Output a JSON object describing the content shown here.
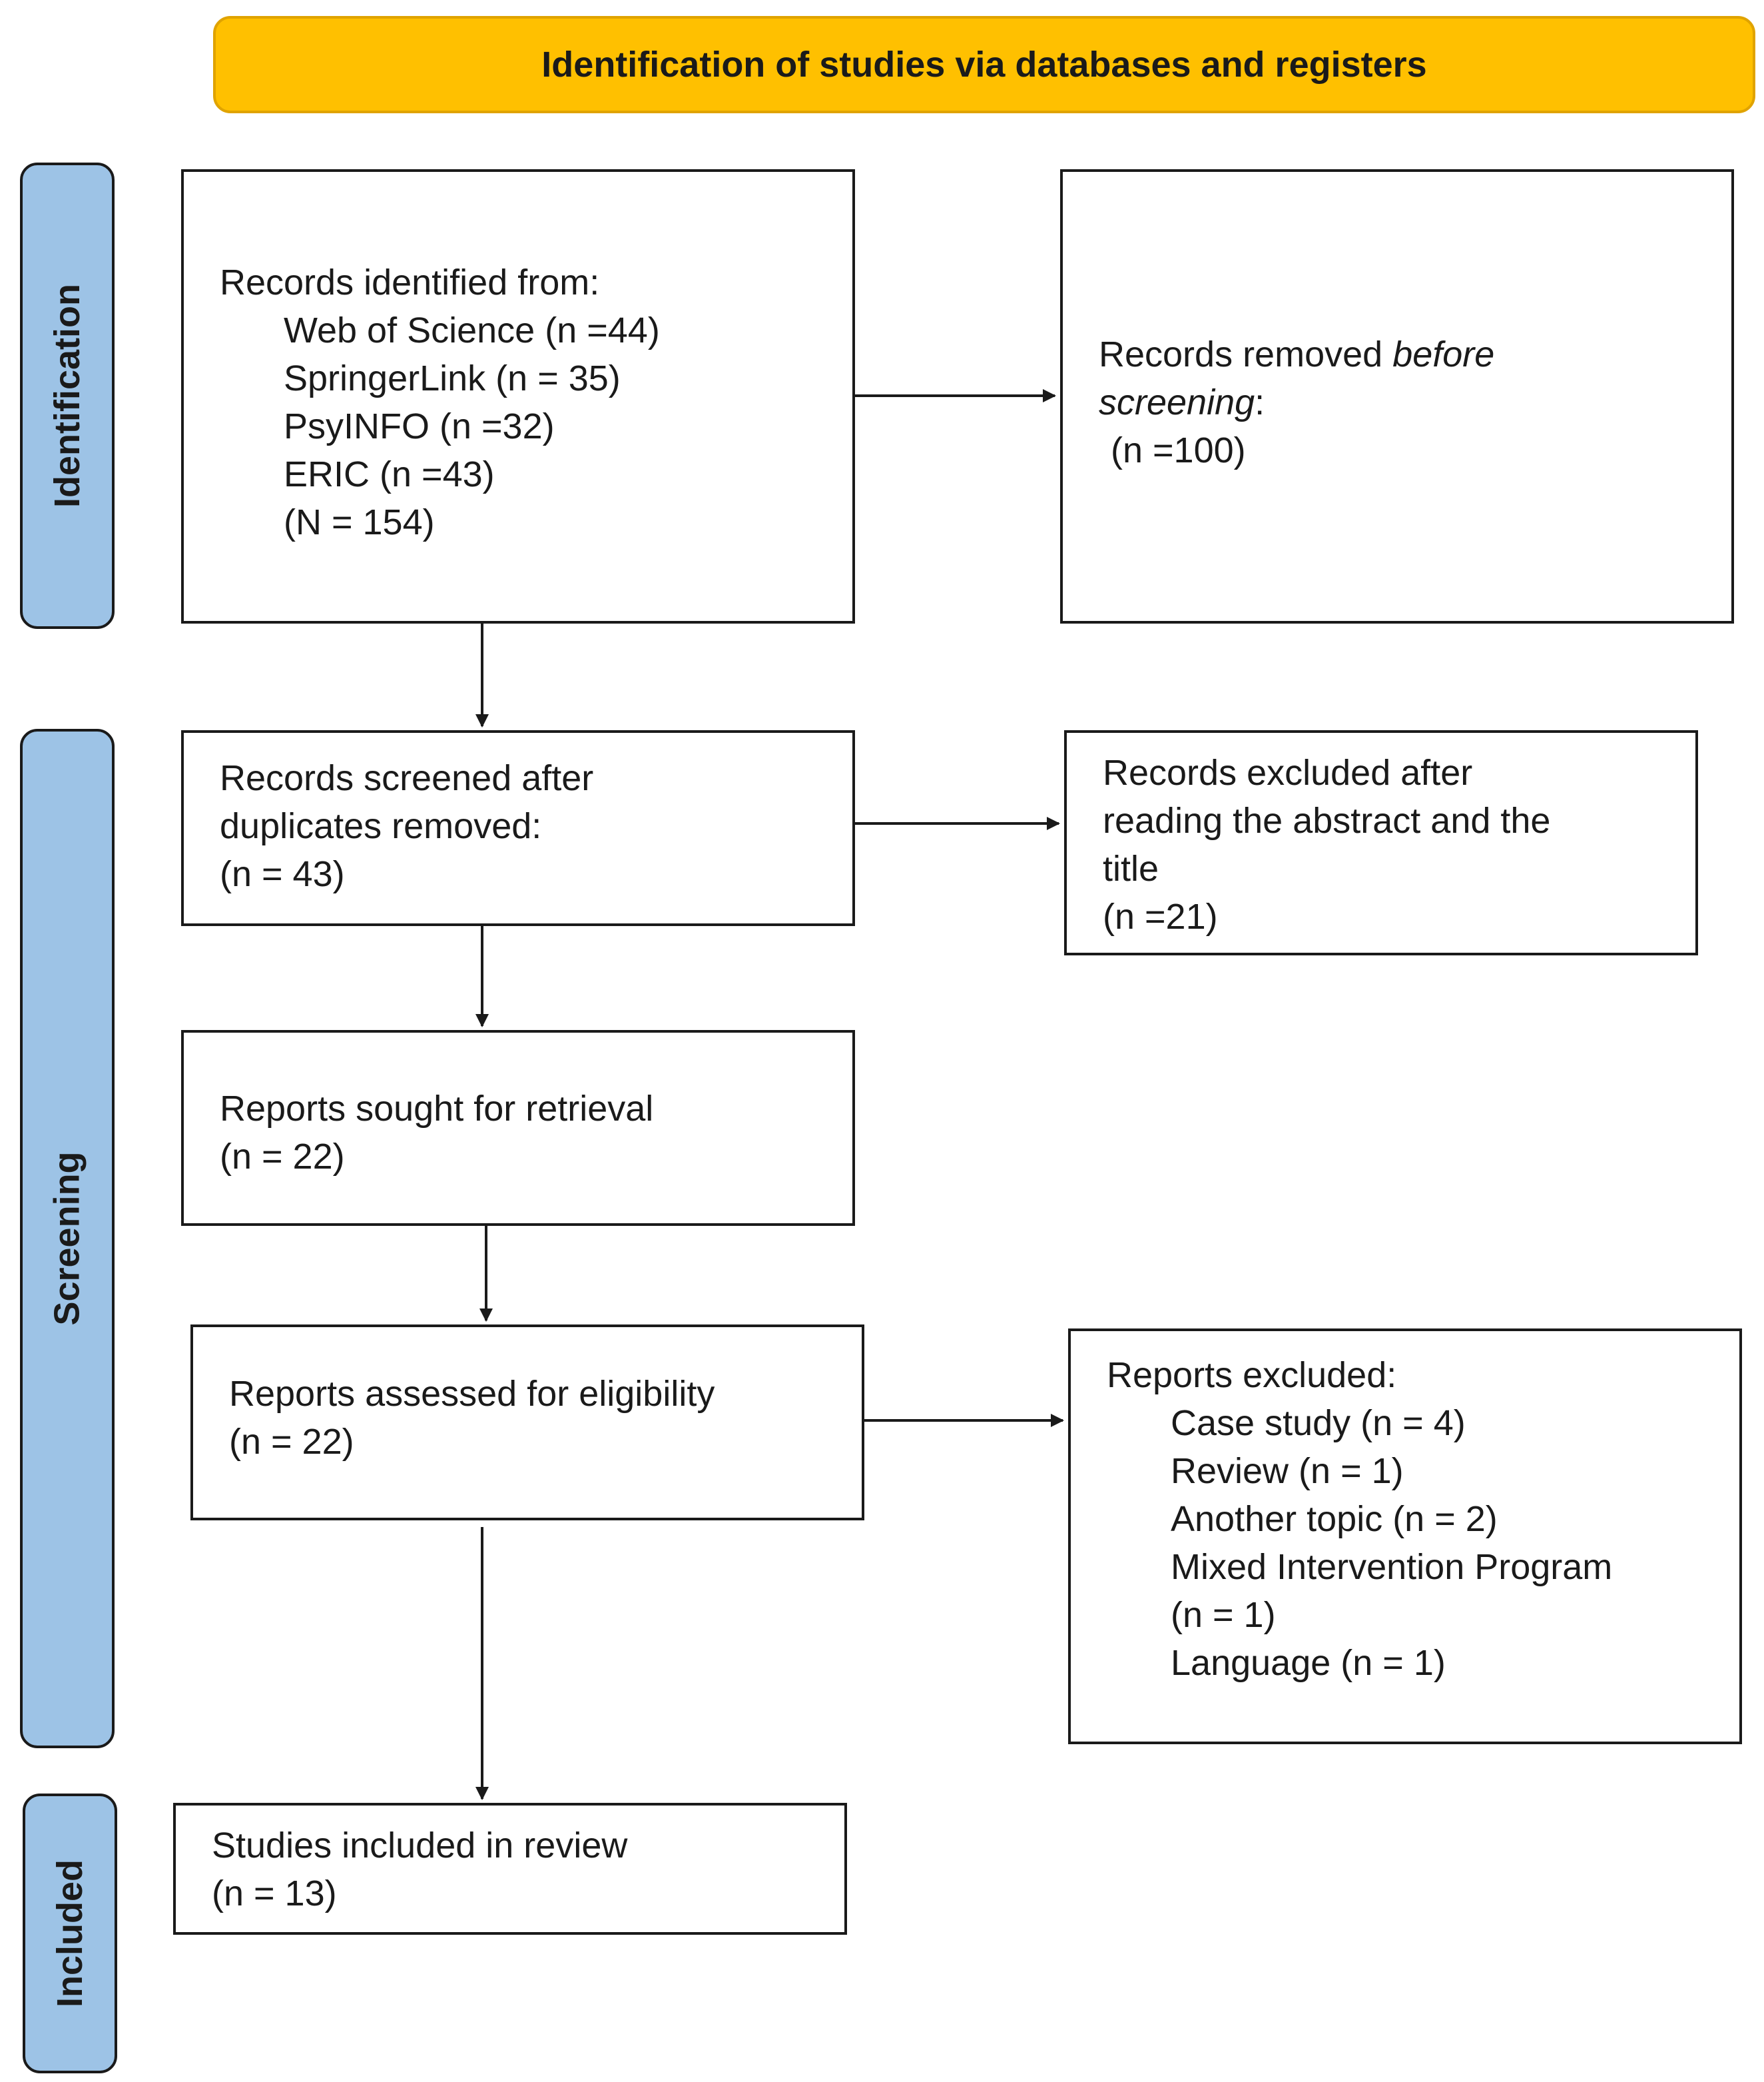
{
  "header": {
    "title": "Identification of studies via databases and registers"
  },
  "phases": {
    "identification": "Identification",
    "screening": "Screening",
    "included": "Included"
  },
  "records_identified": {
    "heading": "Records identified from:",
    "sources": [
      "Web of Science (n =44)",
      "SpringerLink (n = 35)",
      "PsyINFO (n =32)",
      "ERIC (n =43)",
      "(N = 154)"
    ]
  },
  "records_removed": {
    "line1_prefix": "Records removed ",
    "line1_em": "before",
    "line2_em": "screening",
    "line2_suffix": ":",
    "count": "(n =100)"
  },
  "records_screened": {
    "lines": [
      "Records screened after",
      "duplicates removed:",
      "(n = 43)"
    ]
  },
  "records_excluded": {
    "lines": [
      "Records excluded after",
      "reading the abstract and the",
      "title",
      "(n =21)"
    ]
  },
  "reports_sought": {
    "lines": [
      "Reports sought for retrieval",
      "(n = 22)"
    ]
  },
  "reports_assessed": {
    "lines": [
      "Reports assessed for eligibility",
      "(n = 22)"
    ]
  },
  "reports_excluded": {
    "heading": "Reports excluded:",
    "items": [
      "Case study (n = 4)",
      "Review (n = 1)",
      "Another topic (n = 2)",
      "Mixed Intervention Program",
      "(n = 1)",
      "Language (n = 1)"
    ]
  },
  "studies_included": {
    "lines": [
      "Studies included in review",
      "(n = 13)"
    ]
  },
  "colors": {
    "header_fill": "#ffc000",
    "phase_fill": "#9dc3e6",
    "stroke": "#1a1a1a"
  }
}
